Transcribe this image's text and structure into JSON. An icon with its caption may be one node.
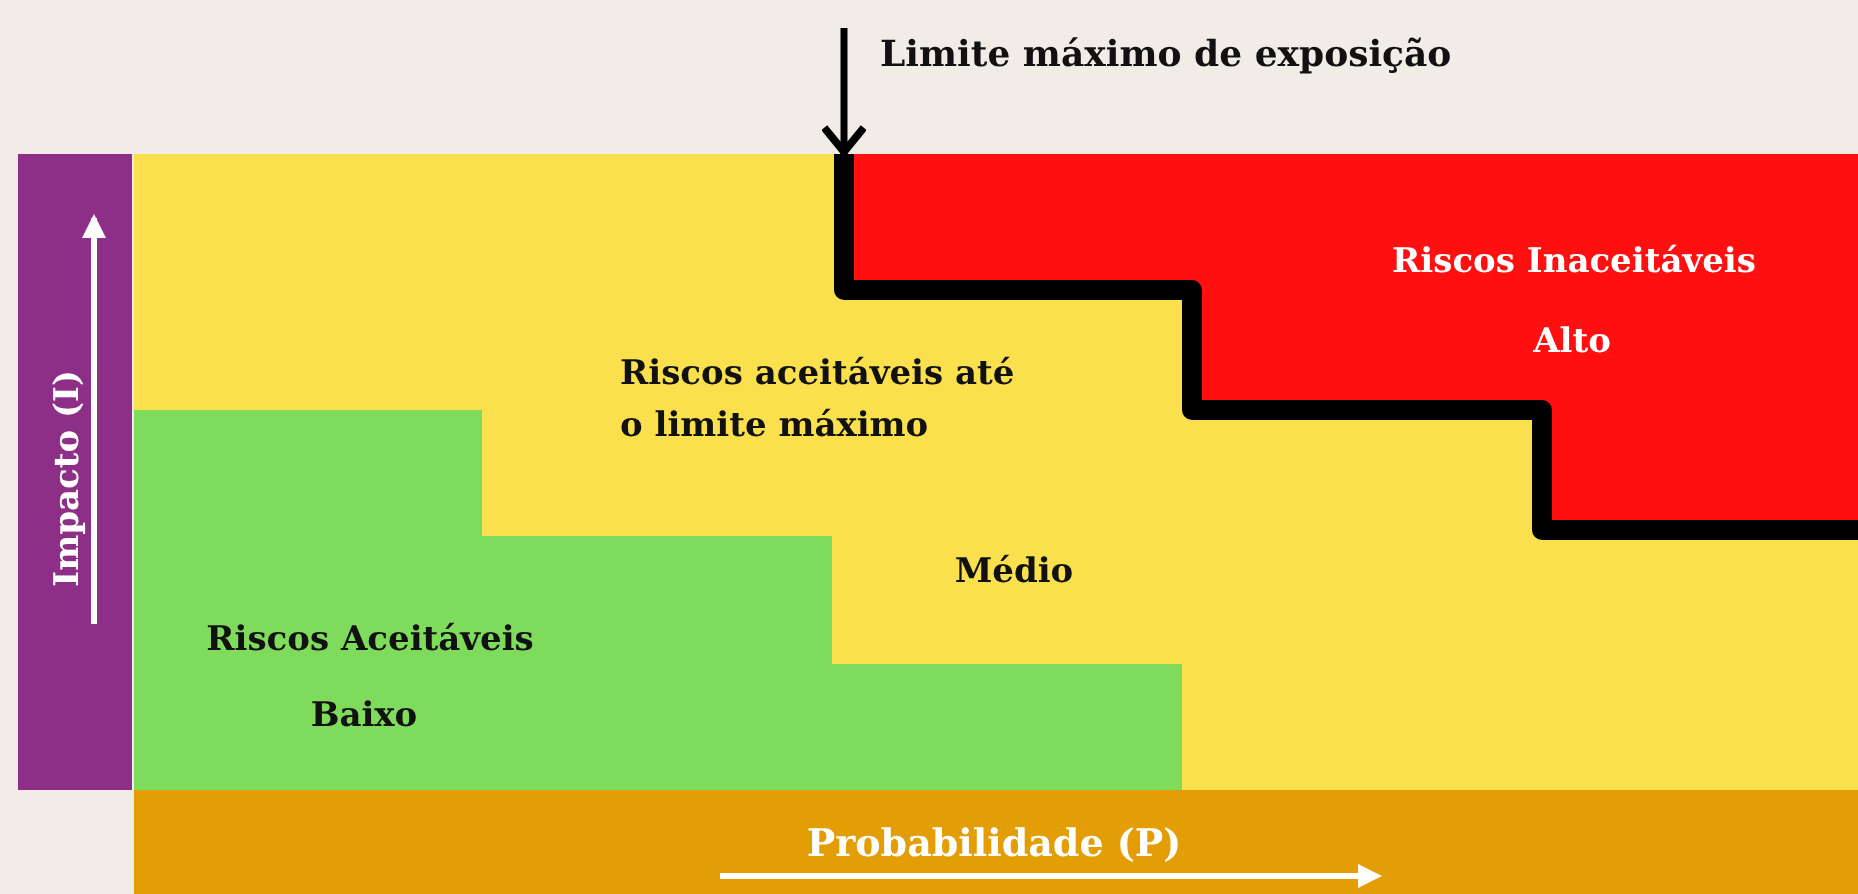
{
  "diagram": {
    "nodes": [
      {
        "text": [
          "Limite máximo de exposição"
        ]
      },
      {
        "text": [
          "Impacto (I)"
        ]
      },
      {
        "text": [
          "Riscos aceitáveis até o limite máximo",
          "Médio"
        ]
      },
      {
        "text": [
          "Riscos Inaceitáveis",
          "Alto"
        ],
        "in": 2
      },
      {
        "text": [
          "Riscos Aceitáveis",
          "Baixo"
        ],
        "in": 2
      },
      {
        "text": [],
        "shape": "line",
        "in": 2
      },
      {
        "text": [
          "Probabilidade (P)"
        ]
      }
    ],
    "edges": [
      {
        "from": 0,
        "to": 5,
        "arrow": "to"
      }
    ]
  }
}
